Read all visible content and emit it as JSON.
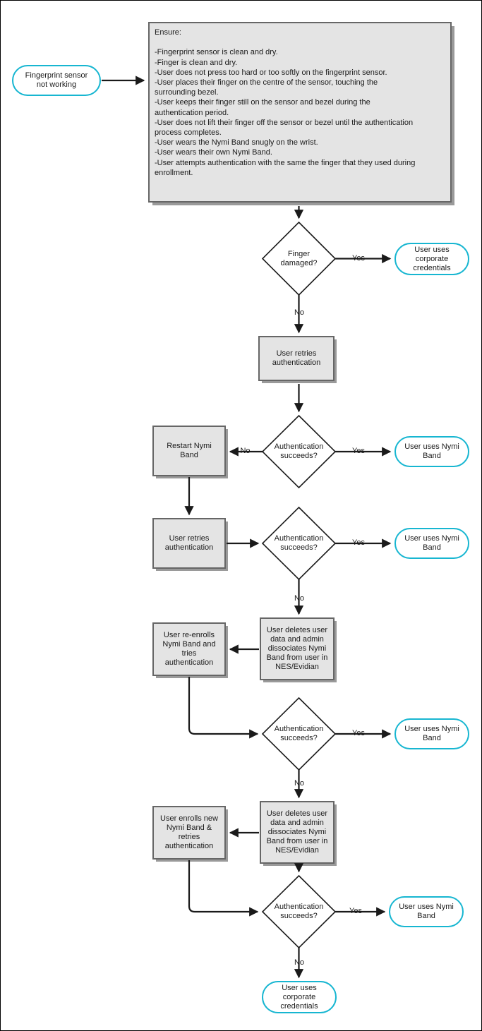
{
  "diagram": {
    "title": "Fingerprint sensor not working troubleshooting flowchart",
    "colors": {
      "terminal_border": "#17b6d1",
      "terminal_fill": "#ffffff",
      "process_fill": "#e4e4e4",
      "process_border": "#666666",
      "process_shadow": "#9a9a9a",
      "decision_fill": "#ffffff",
      "decision_border": "#1a1a1a",
      "connector": "#1a1a1a",
      "page_border": "#000000",
      "text": "#1a1a1a"
    },
    "nodes": {
      "start": {
        "shape": "terminal",
        "label": "Fingerprint sensor\nnot working"
      },
      "ensure": {
        "shape": "process",
        "heading": "Ensure:",
        "items": [
          "-Fingerprint sensor is clean and dry.",
          "-Finger is clean and dry.",
          "-User does not press too hard or too softly on the fingerprint sensor.",
          "-User places their finger on the centre of the sensor, touching the surrounding bezel.",
          "-User keeps their finger still on the sensor and bezel during the authentication period.",
          "-User does not lift their finger off the sensor or bezel until the authentication process completes.",
          "-User wears the Nymi Band snugly on the wrist.",
          "-User wears their own Nymi Band.",
          "-User attempts authentication with the same the finger that they used during enrollment."
        ],
        "label": "Ensure:\n\n-Fingerprint sensor is clean and dry.\n-Finger is clean and dry.\n-User does not press too hard or too softly on the fingerprint sensor.\n-User places their finger on the centre of the sensor, touching the\nsurrounding bezel.\n-User keeps their finger still on the sensor and bezel during the\nauthentication period.\n-User does not lift their finger off the sensor or bezel until the authentication\nprocess completes.\n-User wears the Nymi Band snugly on the wrist.\n-User wears their own Nymi Band.\n-User attempts authentication with the same the finger that they used during\nenrollment."
      },
      "finger_damaged": {
        "shape": "decision",
        "label": "Finger\ndamaged?"
      },
      "corporate_creds_top": {
        "shape": "terminal",
        "label": "User uses\ncorporate\ncredentials"
      },
      "user_retries_1": {
        "shape": "process",
        "label": "User retries\nauthentication"
      },
      "auth_succeeds_1": {
        "shape": "decision",
        "label": "Authentication\nsucceeds?"
      },
      "uses_band_1": {
        "shape": "terminal",
        "label": "User uses Nymi\nBand"
      },
      "restart_band": {
        "shape": "process",
        "label": "Restart Nymi\nBand"
      },
      "user_retries_2": {
        "shape": "process",
        "label": "User retries\nauthentication"
      },
      "auth_succeeds_2": {
        "shape": "decision",
        "label": "Authentication\nsucceeds?"
      },
      "uses_band_2": {
        "shape": "terminal",
        "label": "User uses Nymi\nBand"
      },
      "delete_user_data_1": {
        "shape": "process",
        "label": "User deletes user\ndata and admin\ndissociates Nymi\nBand from user in\nNES/Evidian"
      },
      "re_enroll": {
        "shape": "process",
        "label": "User re-enrolls\nNymi Band and\ntries\nauthentication"
      },
      "auth_succeeds_3": {
        "shape": "decision",
        "label": "Authentication\nsucceeds?"
      },
      "uses_band_3": {
        "shape": "terminal",
        "label": "User uses Nymi\nBand"
      },
      "delete_user_data_2": {
        "shape": "process",
        "label": "User deletes user\ndata and admin\ndissociates Nymi\nBand from user in\nNES/Evidian"
      },
      "enroll_new_band": {
        "shape": "process",
        "label": "User enrolls new\nNymi Band &\nretries\nauthentication"
      },
      "auth_succeeds_4": {
        "shape": "decision",
        "label": "Authentication\nsucceeds?"
      },
      "uses_band_4": {
        "shape": "terminal",
        "label": "User uses Nymi\nBand"
      },
      "corporate_creds_bottom": {
        "shape": "terminal",
        "label": "User uses\ncorporate\ncredentials"
      }
    },
    "edge_labels": {
      "yes_1": "Yes",
      "no_1": "No",
      "yes_2": "Yes",
      "no_2": "No",
      "yes_3": "Yes",
      "no_3": "No",
      "yes_4": "Yes",
      "no_4": "No",
      "yes_5": "Yes",
      "no_5": "No"
    }
  }
}
